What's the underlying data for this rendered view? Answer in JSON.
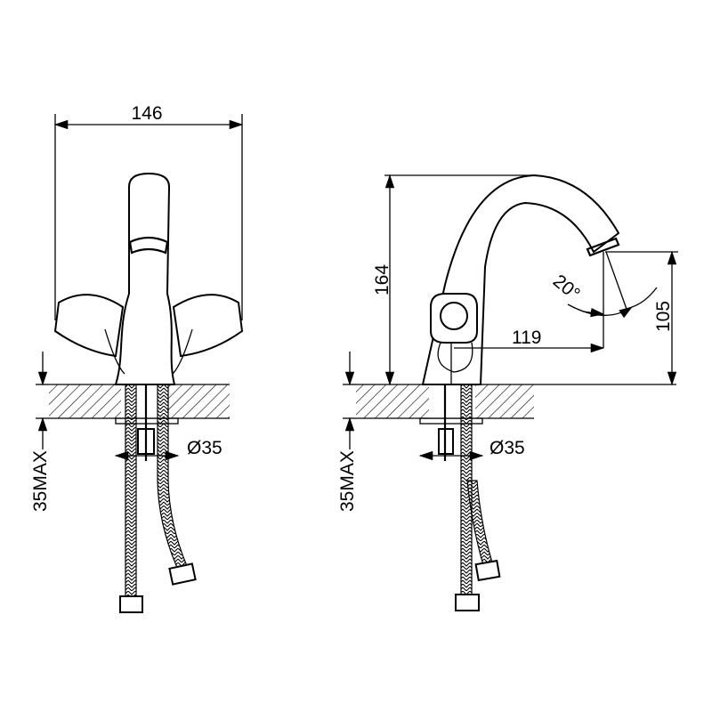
{
  "drawing": {
    "front_view": {
      "width_dim": "146",
      "hole_diameter": "Ø35",
      "countertop_max": "35MAX"
    },
    "side_view": {
      "height_dim": "164",
      "reach_dim": "119",
      "spout_height_dim": "105",
      "angle_dim": "20°",
      "hole_diameter": "Ø35",
      "countertop_max": "35MAX"
    },
    "colors": {
      "line": "#000000",
      "background": "#ffffff"
    }
  }
}
